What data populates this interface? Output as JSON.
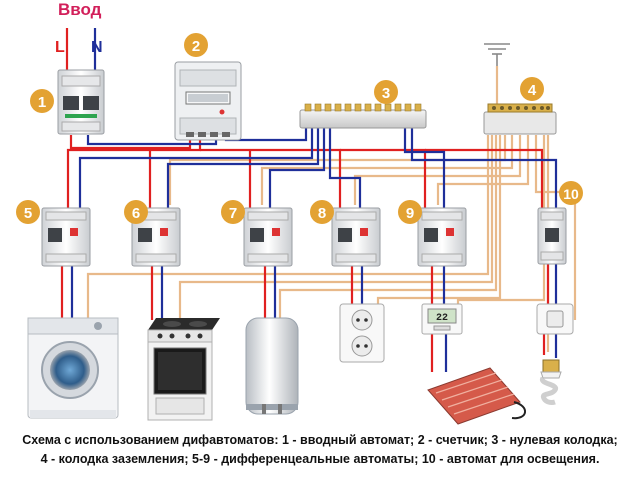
{
  "input": {
    "title": "Ввод",
    "phase": "L",
    "neutral": "N"
  },
  "badges": [
    "1",
    "2",
    "3",
    "4",
    "5",
    "6",
    "7",
    "8",
    "9",
    "10"
  ],
  "thermostat_display": "22",
  "caption": {
    "line1": "Схема с использованием дифавтоматов: 1 - вводный автомат; 2 - счетчик; 3 - нулевая колодка;",
    "line2": "4 - колодка заземления; 5-9 - дифференцеальные автоматы; 10 - автомат для освещения."
  },
  "colors": {
    "phase": "#e02020",
    "neutral": "#1f2f9a",
    "ground": "#e8b98a",
    "badge": "#e3a233",
    "title": "#d21f5a"
  }
}
